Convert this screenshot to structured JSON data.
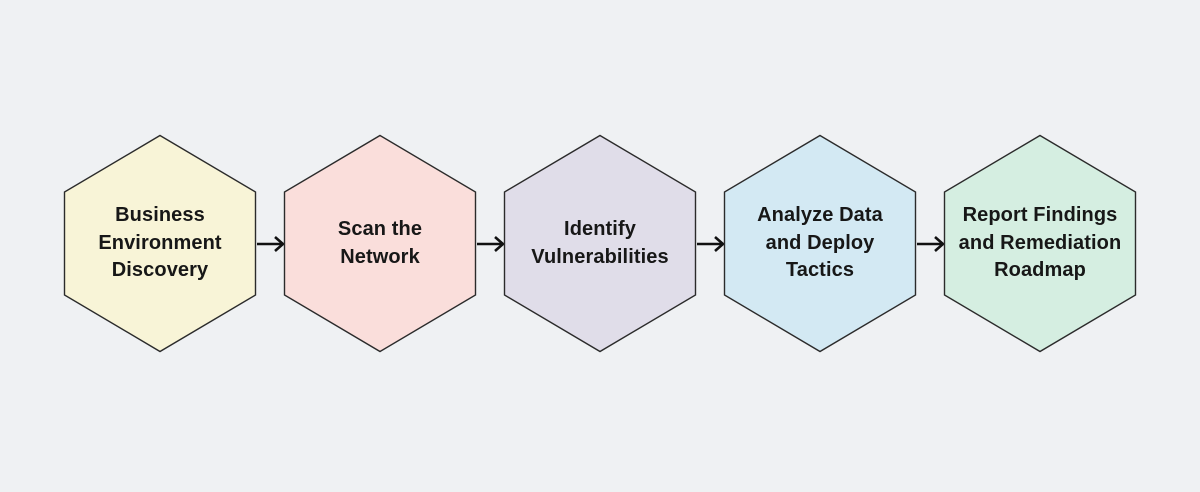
{
  "theme": {
    "background": "#eff1f3",
    "node_border": "#2b2b2b",
    "arrow_color": "#111111",
    "text_color": "#171717"
  },
  "diagram": {
    "type": "flowchart",
    "direction": "left-to-right",
    "node_shape": "hexagon",
    "nodes": [
      {
        "id": "n1",
        "label": "Business\nEnvironment\nDiscovery",
        "fill": "#f8f4d7"
      },
      {
        "id": "n2",
        "label": "Scan the\nNetwork",
        "fill": "#fadedb"
      },
      {
        "id": "n3",
        "label": "Identify\nVulnerabilities",
        "fill": "#e0dde9"
      },
      {
        "id": "n4",
        "label": "Analyze Data\nand Deploy\nTactics",
        "fill": "#d3e9f3"
      },
      {
        "id": "n5",
        "label": "Report Findings\nand Remediation\nRoadmap",
        "fill": "#d5eee1"
      }
    ],
    "edges": [
      {
        "from": "n1",
        "to": "n2"
      },
      {
        "from": "n2",
        "to": "n3"
      },
      {
        "from": "n3",
        "to": "n4"
      },
      {
        "from": "n4",
        "to": "n5"
      }
    ]
  }
}
